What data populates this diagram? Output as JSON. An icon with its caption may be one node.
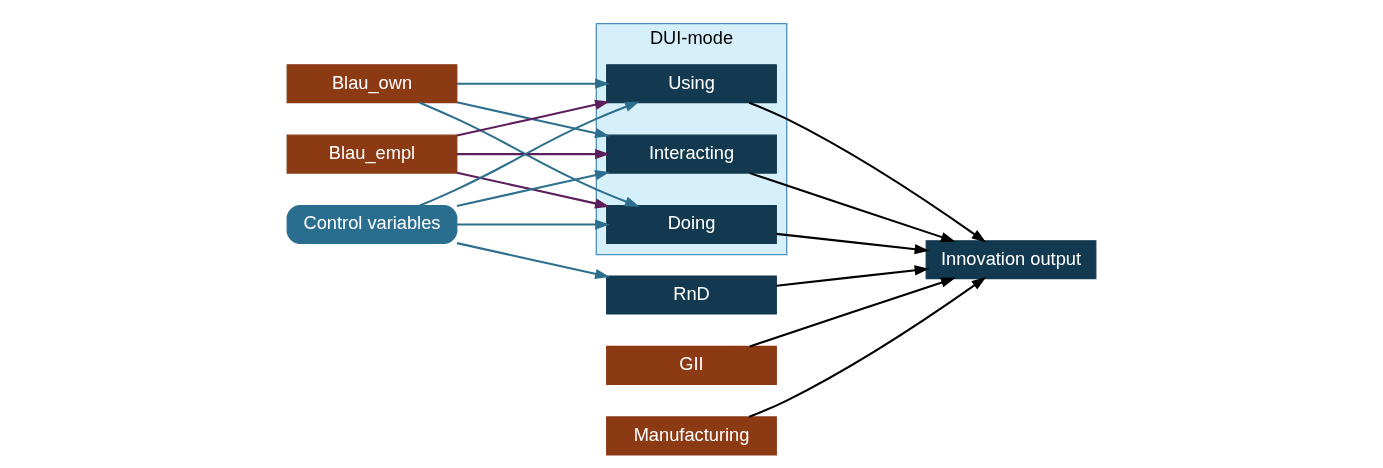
{
  "diagram": {
    "nodes": [
      {
        "text": [
          "Blau_own"
        ]
      },
      {
        "text": [
          "Blau_empl"
        ]
      },
      {
        "text": [
          "Control variables"
        ]
      },
      {
        "text": [
          "DUI-mode"
        ]
      },
      {
        "text": [
          "Doing"
        ],
        "in": 3
      },
      {
        "text": [
          "Using"
        ],
        "in": 3
      },
      {
        "text": [
          "Interacting"
        ],
        "in": 3
      },
      {
        "text": [
          "RnD"
        ]
      },
      {
        "text": [
          "GII"
        ]
      },
      {
        "text": [
          "Innovation output"
        ]
      },
      {
        "text": [
          "Manufacturing"
        ]
      }
    ],
    "edges": [
      {
        "from": 0,
        "to": 4,
        "arrow": "to",
        "color": "#2e6f8e"
      },
      {
        "from": 0,
        "to": 5,
        "arrow": "to",
        "color": "#2e6f8e"
      },
      {
        "from": 0,
        "to": 6,
        "arrow": "to",
        "color": "#2e6f8e"
      },
      {
        "from": 1,
        "to": 4,
        "arrow": "to",
        "color": "#5c1f5c"
      },
      {
        "from": 1,
        "to": 5,
        "arrow": "to",
        "color": "#5c1f5c"
      },
      {
        "from": 1,
        "to": 6,
        "arrow": "to",
        "color": "#5c1f5c"
      },
      {
        "from": 2,
        "to": 4,
        "arrow": "to",
        "color": "#2e6f8e"
      },
      {
        "from": 2,
        "to": 5,
        "arrow": "to",
        "color": "#2e6f8e"
      },
      {
        "from": 2,
        "to": 6,
        "arrow": "to",
        "color": "#2e6f8e"
      },
      {
        "from": 2,
        "to": 7,
        "arrow": "to",
        "color": "#2e6f8e"
      },
      {
        "from": 4,
        "to": 9,
        "arrow": "to",
        "color": "#000000"
      },
      {
        "from": 5,
        "to": 9,
        "arrow": "to",
        "color": "#000000"
      },
      {
        "from": 6,
        "to": 9,
        "arrow": "to",
        "color": "#000000"
      },
      {
        "from": 7,
        "to": 9,
        "arrow": "to",
        "color": "#000000"
      },
      {
        "from": 8,
        "to": 9,
        "arrow": "to",
        "color": "#000000"
      },
      {
        "from": 10,
        "to": 9,
        "arrow": "to",
        "color": "#000000"
      }
    ]
  }
}
